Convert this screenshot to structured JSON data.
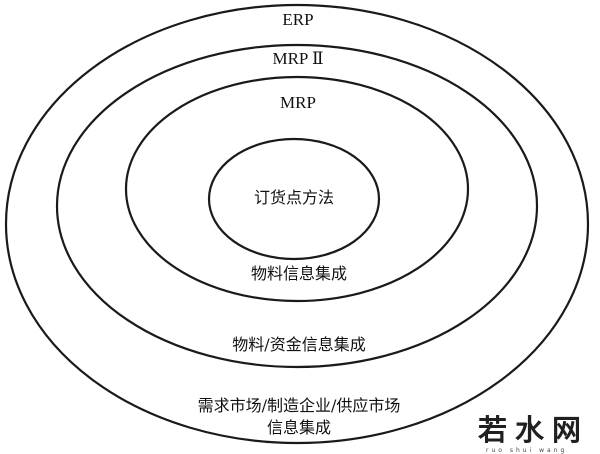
{
  "diagram": {
    "rings": [
      {
        "name": "erp",
        "label": "ERP",
        "caption_lines": [
          "需求市场/制造企业/供应市场",
          "信息集成"
        ]
      },
      {
        "name": "mrp2",
        "label": "MRP Ⅱ",
        "caption_lines": [
          "物料/资金信息集成"
        ]
      },
      {
        "name": "mrp",
        "label": "MRP",
        "caption_lines": [
          "物料信息集成"
        ]
      },
      {
        "name": "core",
        "label": "订货点方法",
        "caption_lines": []
      }
    ]
  },
  "watermark": {
    "text": "若水网",
    "sub": "ruo  shui  wang"
  }
}
